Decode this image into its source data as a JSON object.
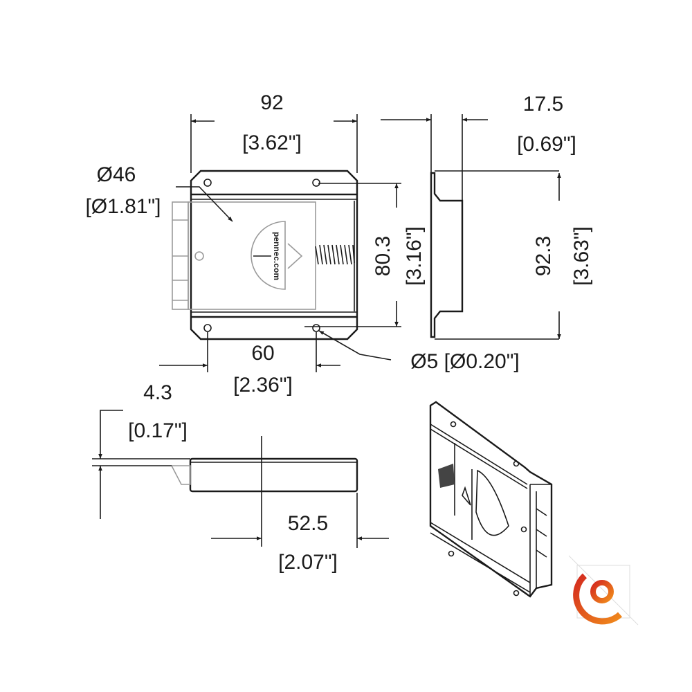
{
  "drawing": {
    "width_mm": "92",
    "width_in": "[3.62\"]",
    "depth_mm": "17.5",
    "depth_in": "[0.69\"]",
    "cylinder_mm": "Ø46",
    "cylinder_in": "[Ø1.81\"]",
    "inner_height_mm": "80.3",
    "inner_height_in": "[3.16\"]",
    "height_mm": "92.3",
    "height_in": "[3.63\"]",
    "hole_spacing_mm": "60",
    "hole_spacing_in": "[2.36\"]",
    "hole_dia": "Ø5 [Ø0.20\"]",
    "offset_mm": "4.3",
    "offset_in": "[0.17\"]",
    "half_width_mm": "52.5",
    "half_width_in": "[2.07\"]",
    "cylinder_brand": "pennec.com"
  },
  "logo": {
    "colors": [
      "#d42a1e",
      "#f08a1c"
    ]
  }
}
